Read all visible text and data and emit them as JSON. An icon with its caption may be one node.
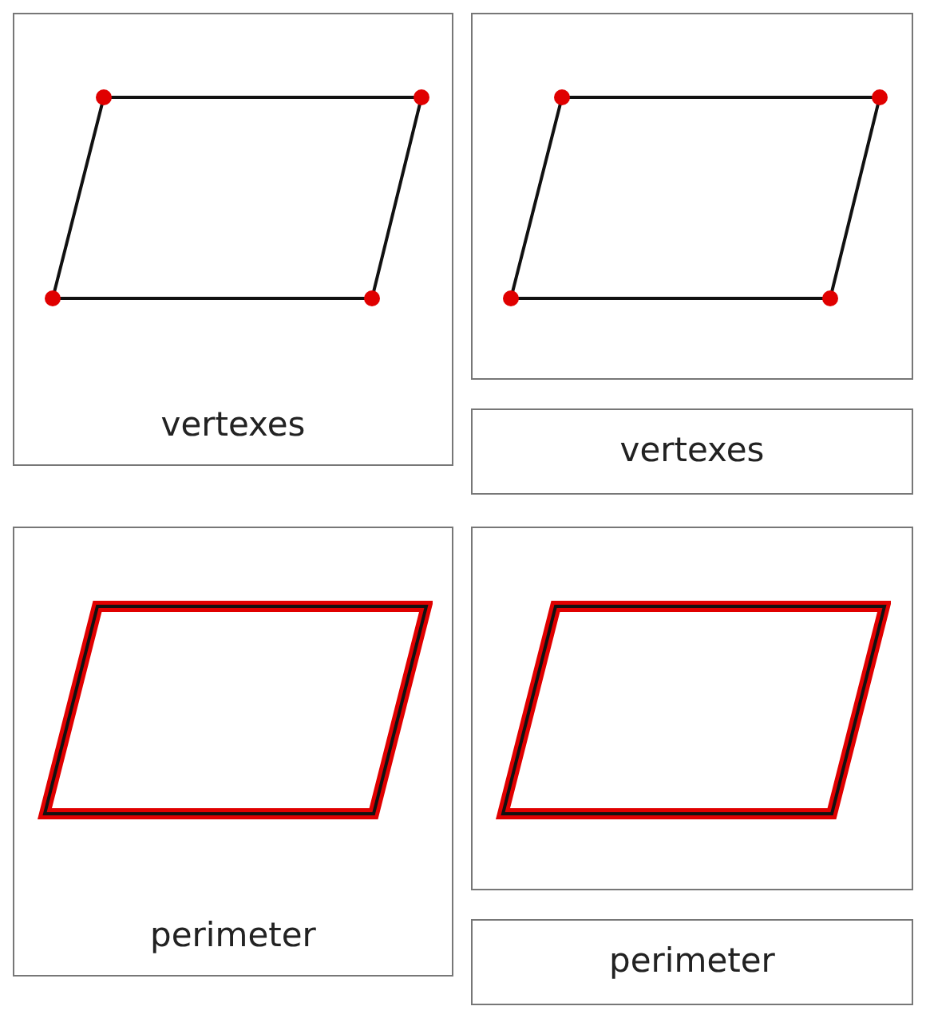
{
  "diagram": {
    "nodes": [
      {
        "text": [
          "vertexes"
        ]
      },
      {
        "text": [],
        "shape": "box"
      },
      {
        "text": [
          "vertexes"
        ]
      },
      {
        "text": [
          "perimeter"
        ]
      },
      {
        "text": [],
        "shape": "box"
      },
      {
        "text": [
          "perimeter"
        ]
      }
    ]
  }
}
